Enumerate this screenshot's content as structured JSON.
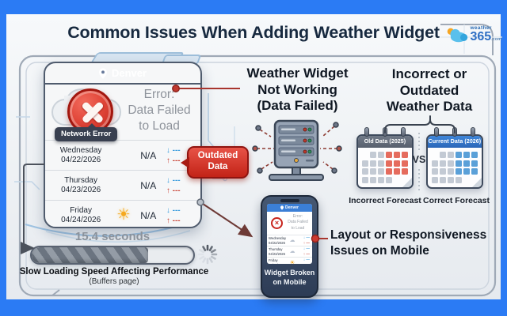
{
  "colors": {
    "frame_blue": "#2b7bf4",
    "error_red": "#c7241c",
    "badge_red": "#d0342a",
    "widget_header": "#6a7e9c",
    "calendar_blue": "#2f6fc4",
    "maroon": "#6e3a36"
  },
  "icons": {
    "down_arrow": "↓",
    "up_arrow": "↑",
    "sun": "☀",
    "cloud": "☁",
    "x_mark": "×"
  },
  "header": {
    "title": "Common Issues When Adding Weather Widget",
    "logo": {
      "word": "weather",
      "number": "365",
      "tld": ".com"
    }
  },
  "widget": {
    "location": "Denver",
    "error_line1": "Error:",
    "error_line2": "Data Failed",
    "error_line3": "to Load",
    "tooltip": "Network Error",
    "rows": [
      {
        "day": "Wednesday",
        "date": "04/22/2026",
        "value": "N/A",
        "low": "---",
        "high": "---"
      },
      {
        "day": "Thursday",
        "date": "04/23/2026",
        "value": "N/A",
        "low": "---",
        "high": "---"
      },
      {
        "day": "Friday",
        "date": "04/24/2026",
        "value": "N/A",
        "low": "---",
        "high": "---"
      }
    ]
  },
  "badge": {
    "line1": "Outdated",
    "line2": "Data"
  },
  "loading": {
    "time": "15.4 seconds",
    "progress_pct": 72,
    "caption": "Slow Loading Speed Affecting Performance",
    "subcaption": "(Buffers page)"
  },
  "issue_not_working": {
    "line1": "Weather Widget",
    "line2": "Not Working",
    "line3": "(Data Failed)"
  },
  "issue_outdated": {
    "line1": "Incorrect or",
    "line2": "Outdated",
    "line3": "Weather Data"
  },
  "comparison": {
    "vs": "VS",
    "old": {
      "header": "Old Data (2025)",
      "label": "Incorrect Forecast",
      "cells": [
        [
          "e",
          "g",
          "g",
          "r",
          "r",
          "r"
        ],
        [
          "g",
          "g",
          "g",
          "r",
          "r",
          "r"
        ],
        [
          "g",
          "g",
          "g",
          "r",
          "r",
          "r"
        ],
        [
          "g",
          "g",
          "g",
          "g",
          "e",
          "e"
        ]
      ]
    },
    "current": {
      "header": "Current Data (2026)",
      "label": "Correct Forecast",
      "cells": [
        [
          "e",
          "g",
          "g",
          "b",
          "b",
          "b"
        ],
        [
          "g",
          "g",
          "g",
          "b",
          "b",
          "b"
        ],
        [
          "g",
          "g",
          "g",
          "b",
          "b",
          "b"
        ],
        [
          "g",
          "g",
          "g",
          "g",
          "e",
          "e"
        ]
      ]
    }
  },
  "mobile": {
    "location": "Denver",
    "error_line1": "Error:",
    "error_line2": "Data Failed",
    "error_line3": "to Load",
    "rows": [
      {
        "day": "Wednesday",
        "date": "04/22/2026",
        "low": "—",
        "high": "—"
      },
      {
        "day": "Thursday",
        "date": "04/23/2026",
        "low": "—",
        "high": "—"
      },
      {
        "day": "Friday",
        "date": "04/24/2026",
        "low": "—",
        "high": "—"
      }
    ],
    "caption_line1": "Widget Broken",
    "caption_line2": "on Mobile"
  },
  "issue_mobile": {
    "line1": "Layout or Responsiveness",
    "line2": "Issues on Mobile"
  }
}
